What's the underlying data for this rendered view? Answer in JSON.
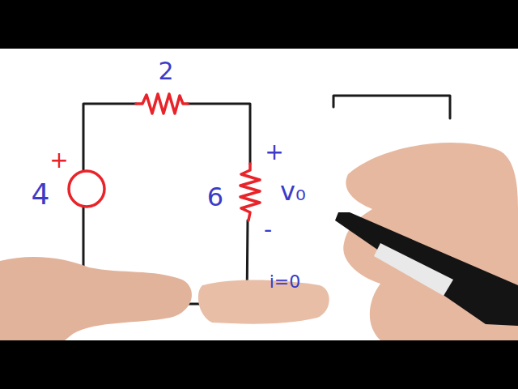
{
  "diagram": {
    "labels": [
      "2",
      "+",
      "4",
      "6",
      "+",
      "v₀",
      "-",
      "i=0"
    ]
  }
}
